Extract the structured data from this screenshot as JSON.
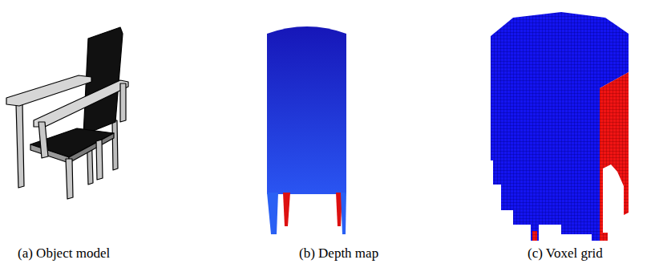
{
  "diagram": {
    "labels": [
      "(a) Object model",
      "(b) Depth map",
      "(c) Voxel grid"
    ]
  }
}
